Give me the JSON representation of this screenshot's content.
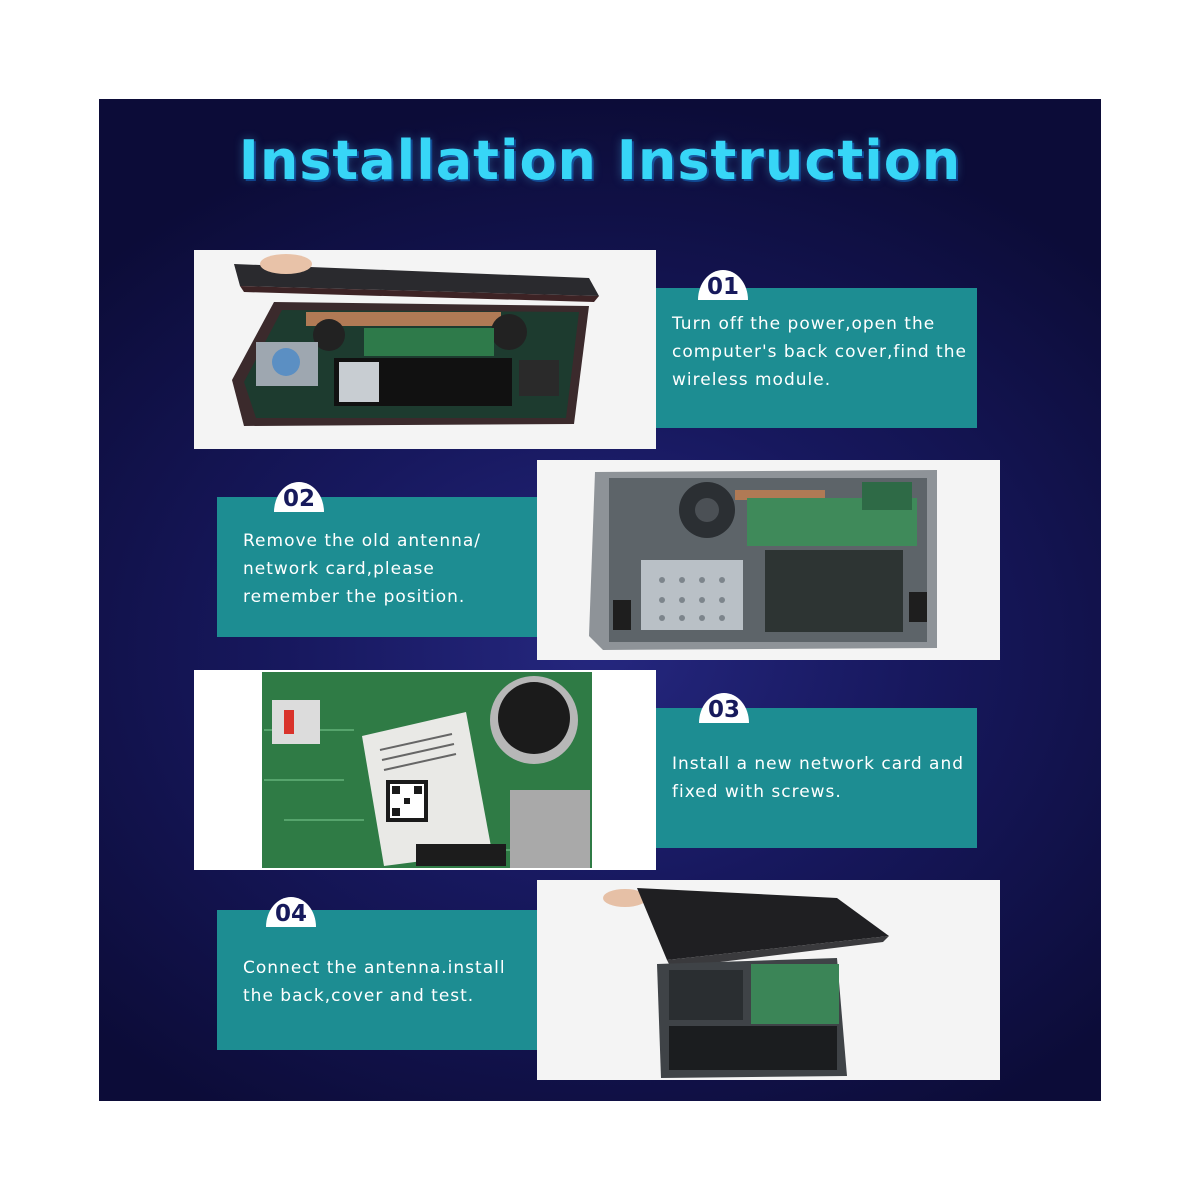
{
  "title": "Installation Instruction",
  "steps": [
    {
      "number": "01",
      "text": "Turn off the power,open the computer's back cover,find the wireless module."
    },
    {
      "number": "02",
      "text": "Remove the old antenna/ network card,please remember the position."
    },
    {
      "number": "03",
      "text": "Install a new network card and fixed with screws."
    },
    {
      "number": "04",
      "text": "Connect the antenna.install the back,cover and test."
    }
  ],
  "colors": {
    "background": "#17185e",
    "title": "#37d6f7",
    "panel": "#1d8d92",
    "badge_text": "#171a5c"
  }
}
